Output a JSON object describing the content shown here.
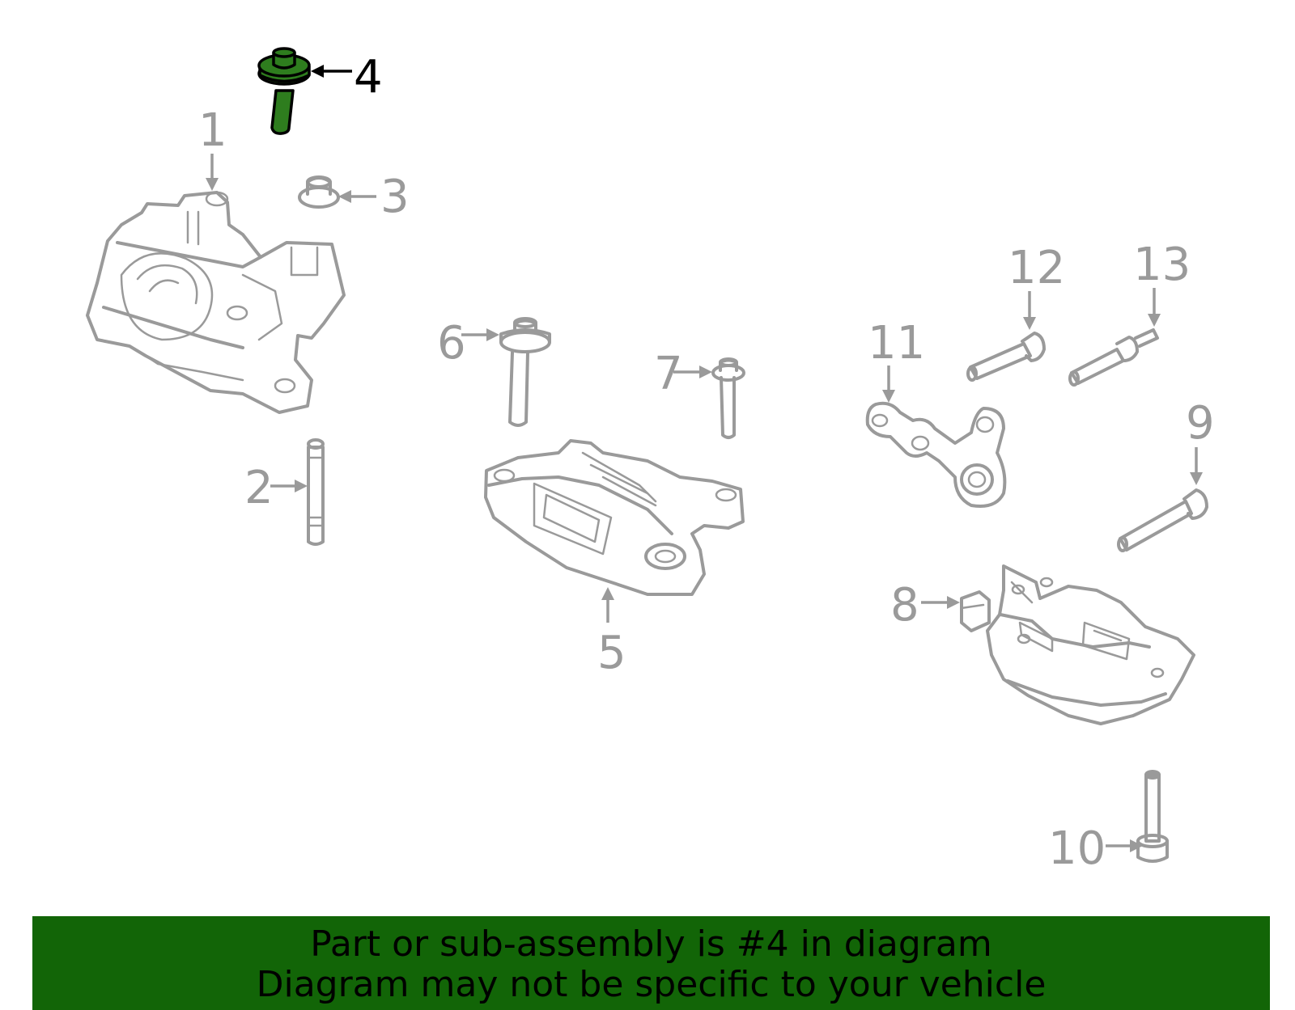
{
  "highlight_color": "#2e7d1e",
  "banner_color": "#126507",
  "callouts": {
    "c1": "1",
    "c2": "2",
    "c3": "3",
    "c4": "4",
    "c5": "5",
    "c6": "6",
    "c7": "7",
    "c8": "8",
    "c9": "9",
    "c10": "10",
    "c11": "11",
    "c12": "12",
    "c13": "13"
  },
  "highlighted_part": "4",
  "banner": {
    "line1": "Part or sub-assembly is #4 in diagram",
    "line2": "Diagram may not be specific to your vehicle"
  }
}
